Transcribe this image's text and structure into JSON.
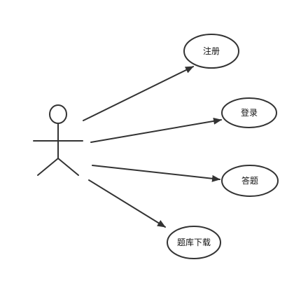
{
  "diagram": {
    "use_cases": {
      "register": "注册",
      "login": "登录",
      "answer": "答题",
      "download": "题库下载"
    },
    "colors": {
      "stroke": "#333333",
      "background": "#ffffff",
      "text": "#111111"
    }
  }
}
